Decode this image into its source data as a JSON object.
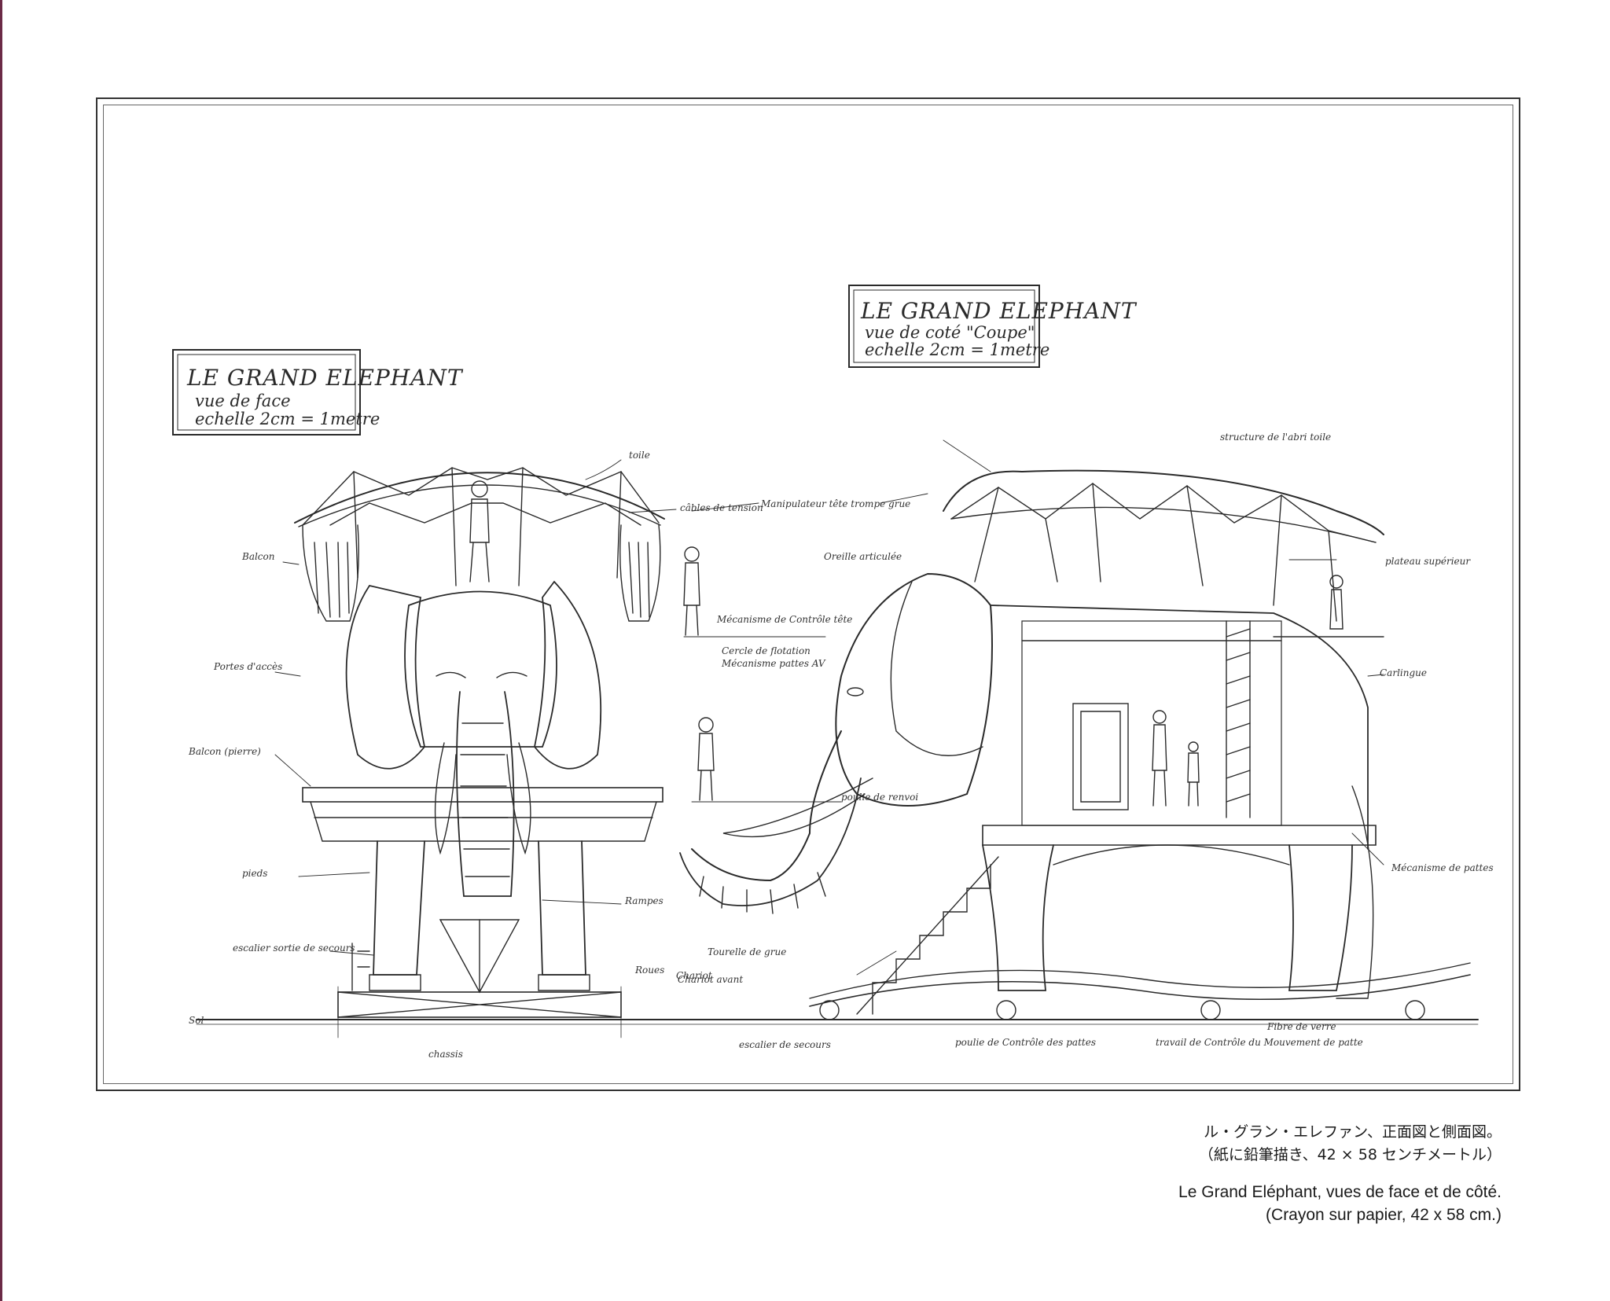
{
  "title_block_front": {
    "title": "LE GRAND ELEPHANT",
    "view": "vue de face",
    "scale": "echelle 2cm = 1metre"
  },
  "title_block_side": {
    "title": "LE GRAND ELEPHANT",
    "view": "vue de coté \"Coupe\"",
    "scale": "echelle 2cm = 1metre"
  },
  "annotations_front": [
    "toile",
    "Balcon",
    "Portes d'accès",
    "Balcon (pierre)",
    "pieds",
    "escalier sortie de secours",
    "câbles de tension",
    "Sol",
    "chassis",
    "Rampes",
    "Roues",
    "Chariot"
  ],
  "annotations_side": [
    "Manipulateur tête trompe grue",
    "Oreille articulée",
    "Mécanisme de Contrôle tête",
    "Cercle de flotation",
    "Mécanisme pattes AV",
    "Tourelle de grue",
    "Chariot avant",
    "escalier de secours",
    "poulie de renvoi",
    "Carlingue",
    "Mécanisme de pattes",
    "structure de l'abri toile",
    "plateau supérieur",
    "Fibre de verre",
    "travail de Contrôle du Mouvement de patte",
    "poulie de Contrôle des pattes"
  ],
  "caption": {
    "jp_line1": "ル・グラン・エレファン、正面図と側面図。",
    "jp_line2": "（紙に鉛筆描き、42 × 58 センチメートル）",
    "fr_line1": "Le Grand Eléphant, vues de face et de côté.",
    "fr_line2": "(Crayon sur papier, 42 x 58 cm.)"
  },
  "colors": {
    "page_edge": "#6b2a46",
    "ink": "#2a2a2a",
    "paper": "#ffffff"
  }
}
